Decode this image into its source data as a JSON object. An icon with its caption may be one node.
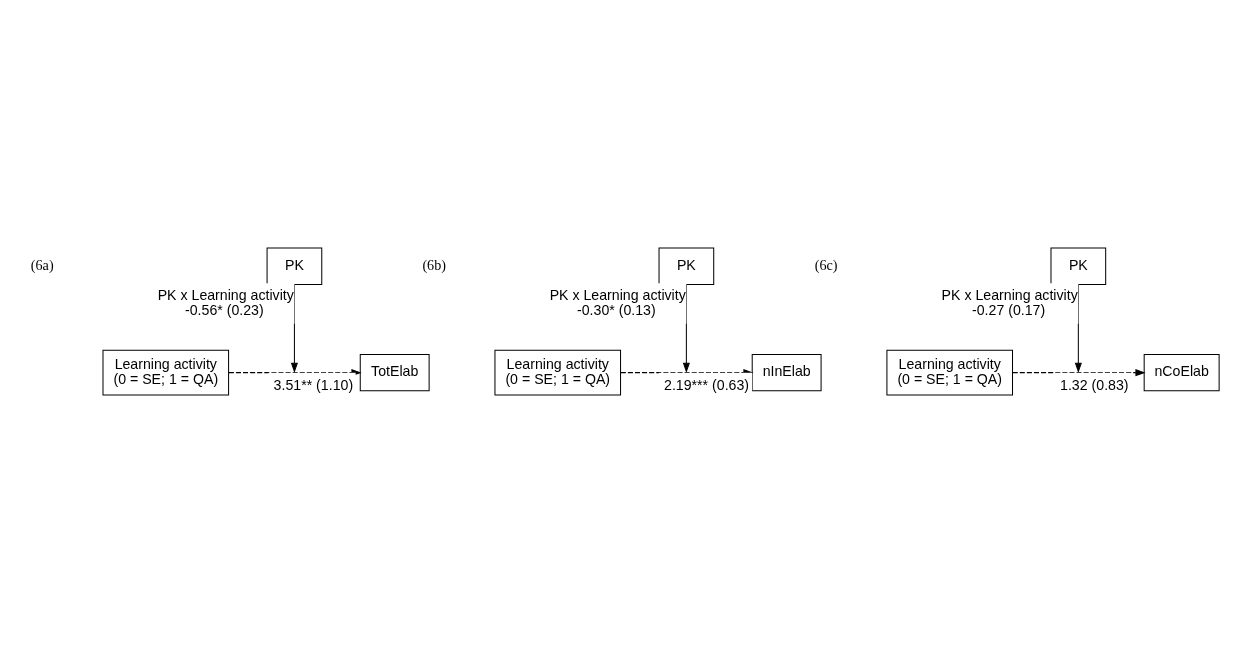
{
  "diagram": {
    "nodes": [
      {
        "text": [
          "PK"
        ]
      },
      {
        "text": [
          "Learning activity (0 = SE; 1 = QA)"
        ]
      },
      {
        "text": [
          "TotElab"
        ]
      },
      {
        "text": [
          "PK"
        ]
      },
      {
        "text": [
          "Learning activity (0 = SE; 1 = QA)"
        ]
      },
      {
        "text": [
          "nInElab"
        ]
      },
      {
        "text": [
          "PK"
        ]
      },
      {
        "text": [
          "Learning activity (0 = SE; 1 = QA)"
        ]
      },
      {
        "text": [
          "nCoElab"
        ]
      }
    ],
    "edges": [
      {
        "from": 0,
        "to": null,
        "arrow": "to",
        "label": "PK x Learning activity -0.56* (0.23)"
      },
      {
        "from": 1,
        "to": 2,
        "arrow": "to",
        "style": "dashed",
        "label": "3.51** (1.10)"
      },
      {
        "from": 3,
        "to": null,
        "arrow": "to",
        "label": "PK x Learning activity -0.30* (0.13)"
      },
      {
        "from": 4,
        "to": 5,
        "arrow": "to",
        "style": "dashed",
        "label": "2.19*** (0.63)"
      },
      {
        "from": 6,
        "to": null,
        "arrow": "to",
        "label": "PK x Learning activity -0.27 (0.17)"
      },
      {
        "from": 7,
        "to": 8,
        "arrow": "to",
        "style": "dashed",
        "label": "1.32 (0.83)"
      }
    ],
    "labels": [
      "(6a)",
      "(6b)",
      "(6c)"
    ]
  }
}
